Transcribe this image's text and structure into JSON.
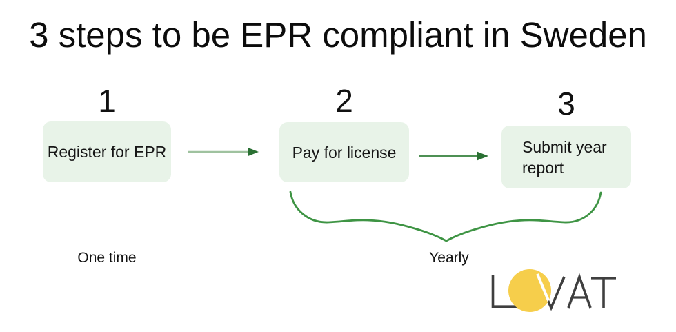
{
  "title": "3 steps to be EPR compliant in Sweden",
  "steps": [
    {
      "number": "1",
      "label": "Register for EPR"
    },
    {
      "number": "2",
      "label": "Pay for license"
    },
    {
      "number": "3",
      "label": "Submit year report"
    }
  ],
  "labels": {
    "one_time": "One time",
    "yearly": "Yearly"
  },
  "logo": {
    "text": "LOVAT"
  },
  "colors": {
    "box_bg": "#e8f3e8",
    "arrow1_line": "#9fc29f",
    "arrow2_line": "#4e9054",
    "arrowhead": "#2a7033",
    "brace": "#3e9444",
    "logo_yellow": "#f6ce4b",
    "logo_letters": "#3f3f3f",
    "text": "#0c0c0c"
  }
}
